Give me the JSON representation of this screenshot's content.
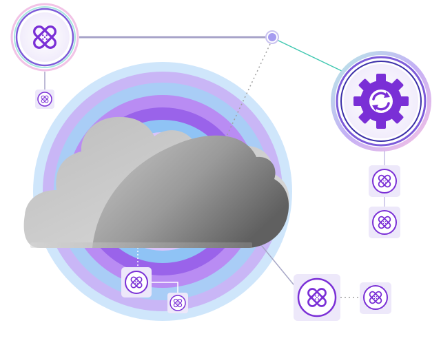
{
  "colors": {
    "background": "#ffffff",
    "ring_outer": "#cfe6fb",
    "ring_blue": "#a9cdf6",
    "ring_violet": "#b98cf3",
    "ring_purple": "#9a63ea",
    "ring_inner": "#d9c4fb",
    "cloud_light": "#d8d8d8",
    "cloud_dark": "#6e6e6e",
    "icon_purple": "#7a2fd6",
    "icon_stroke": "#5b21b6",
    "tile_bg": "#ede8fa",
    "connector_gray": "#9b9bc9",
    "connector_teal": "#3fc7b0",
    "junction_dot": "#a69cf0"
  },
  "icons": {
    "hub_left": "bandage-icon",
    "hub_right": "gear-sync-icon",
    "patch": "bandage-icon"
  },
  "diagram": {
    "hubs": [
      {
        "id": "patch-hub",
        "icon": "bandage-icon"
      },
      {
        "id": "settings-hub",
        "icon": "gear-sync-icon"
      }
    ],
    "patch_nodes": [
      {
        "id": "patch-under-left-hub",
        "icon": "bandage-icon"
      },
      {
        "id": "patch-right-upper",
        "icon": "bandage-icon"
      },
      {
        "id": "patch-right-lower",
        "icon": "bandage-icon"
      },
      {
        "id": "patch-cloud-bottom",
        "icon": "bandage-icon"
      },
      {
        "id": "patch-cloud-bottom-small",
        "icon": "bandage-icon"
      },
      {
        "id": "patch-large-bottom-right",
        "icon": "bandage-icon"
      },
      {
        "id": "patch-far-right",
        "icon": "bandage-icon"
      }
    ]
  }
}
